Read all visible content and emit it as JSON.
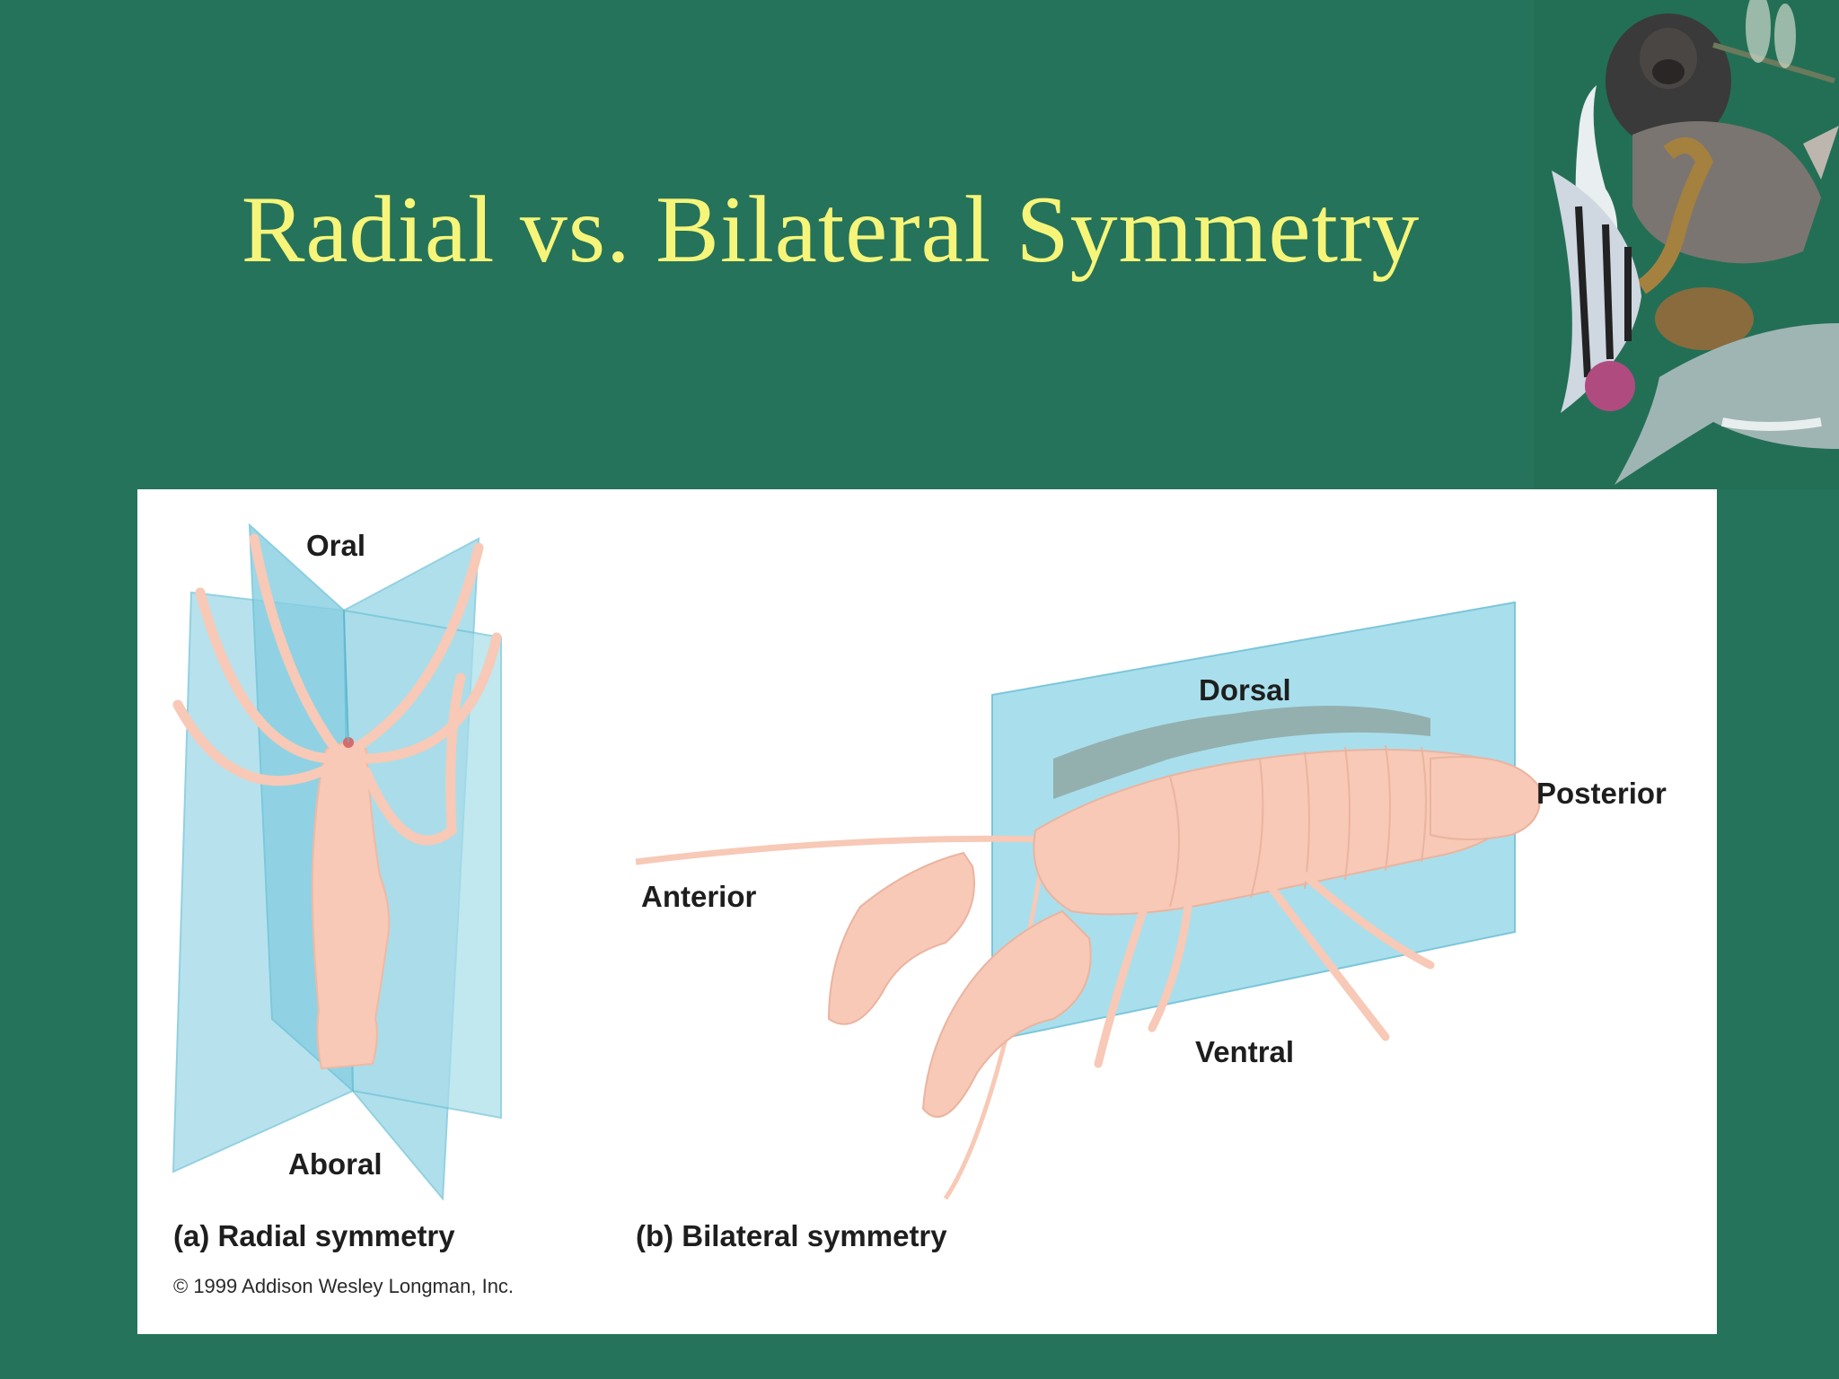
{
  "slide": {
    "title": "Radial vs. Bilateral Symmetry"
  },
  "figure": {
    "radial": {
      "label_top": "Oral",
      "label_bottom": "Aboral",
      "caption": "(a) Radial symmetry"
    },
    "bilateral": {
      "label_top": "Dorsal",
      "label_right": "Posterior",
      "label_left": "Anterior",
      "label_bottom": "Ventral",
      "caption": "(b) Bilateral symmetry"
    },
    "copyright": "© 1999 Addison Wesley Longman, Inc."
  },
  "colors": {
    "background": "#25735a",
    "title": "#f6f57a",
    "plane": "#9fd9e8",
    "animal": "#f7c9b6"
  }
}
